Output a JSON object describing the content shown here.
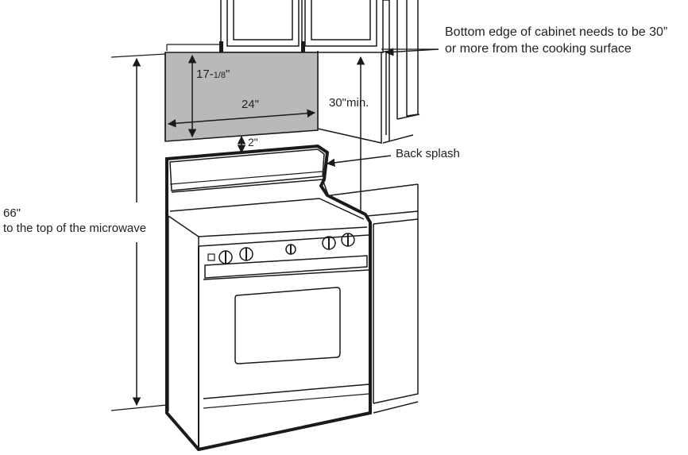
{
  "labels": {
    "cabinet_note_line1": "Bottom edge of cabinet needs to be 30”",
    "cabinet_note_line2": "or more from the cooking surface",
    "microwave_height_main": "17-",
    "microwave_height_frac": "1/8",
    "microwave_height_unit": "\"",
    "microwave_width": "24\"",
    "gap_to_backsplash": "2\"",
    "clearance_min": "30\"min.",
    "back_splash": "Back  splash",
    "total_height_value": "66\"",
    "total_height_desc": "to the top of the microwave"
  },
  "colors": {
    "line": "#1a1a1a",
    "microwave_fill": "#b9b9b9",
    "background": "#ffffff"
  }
}
